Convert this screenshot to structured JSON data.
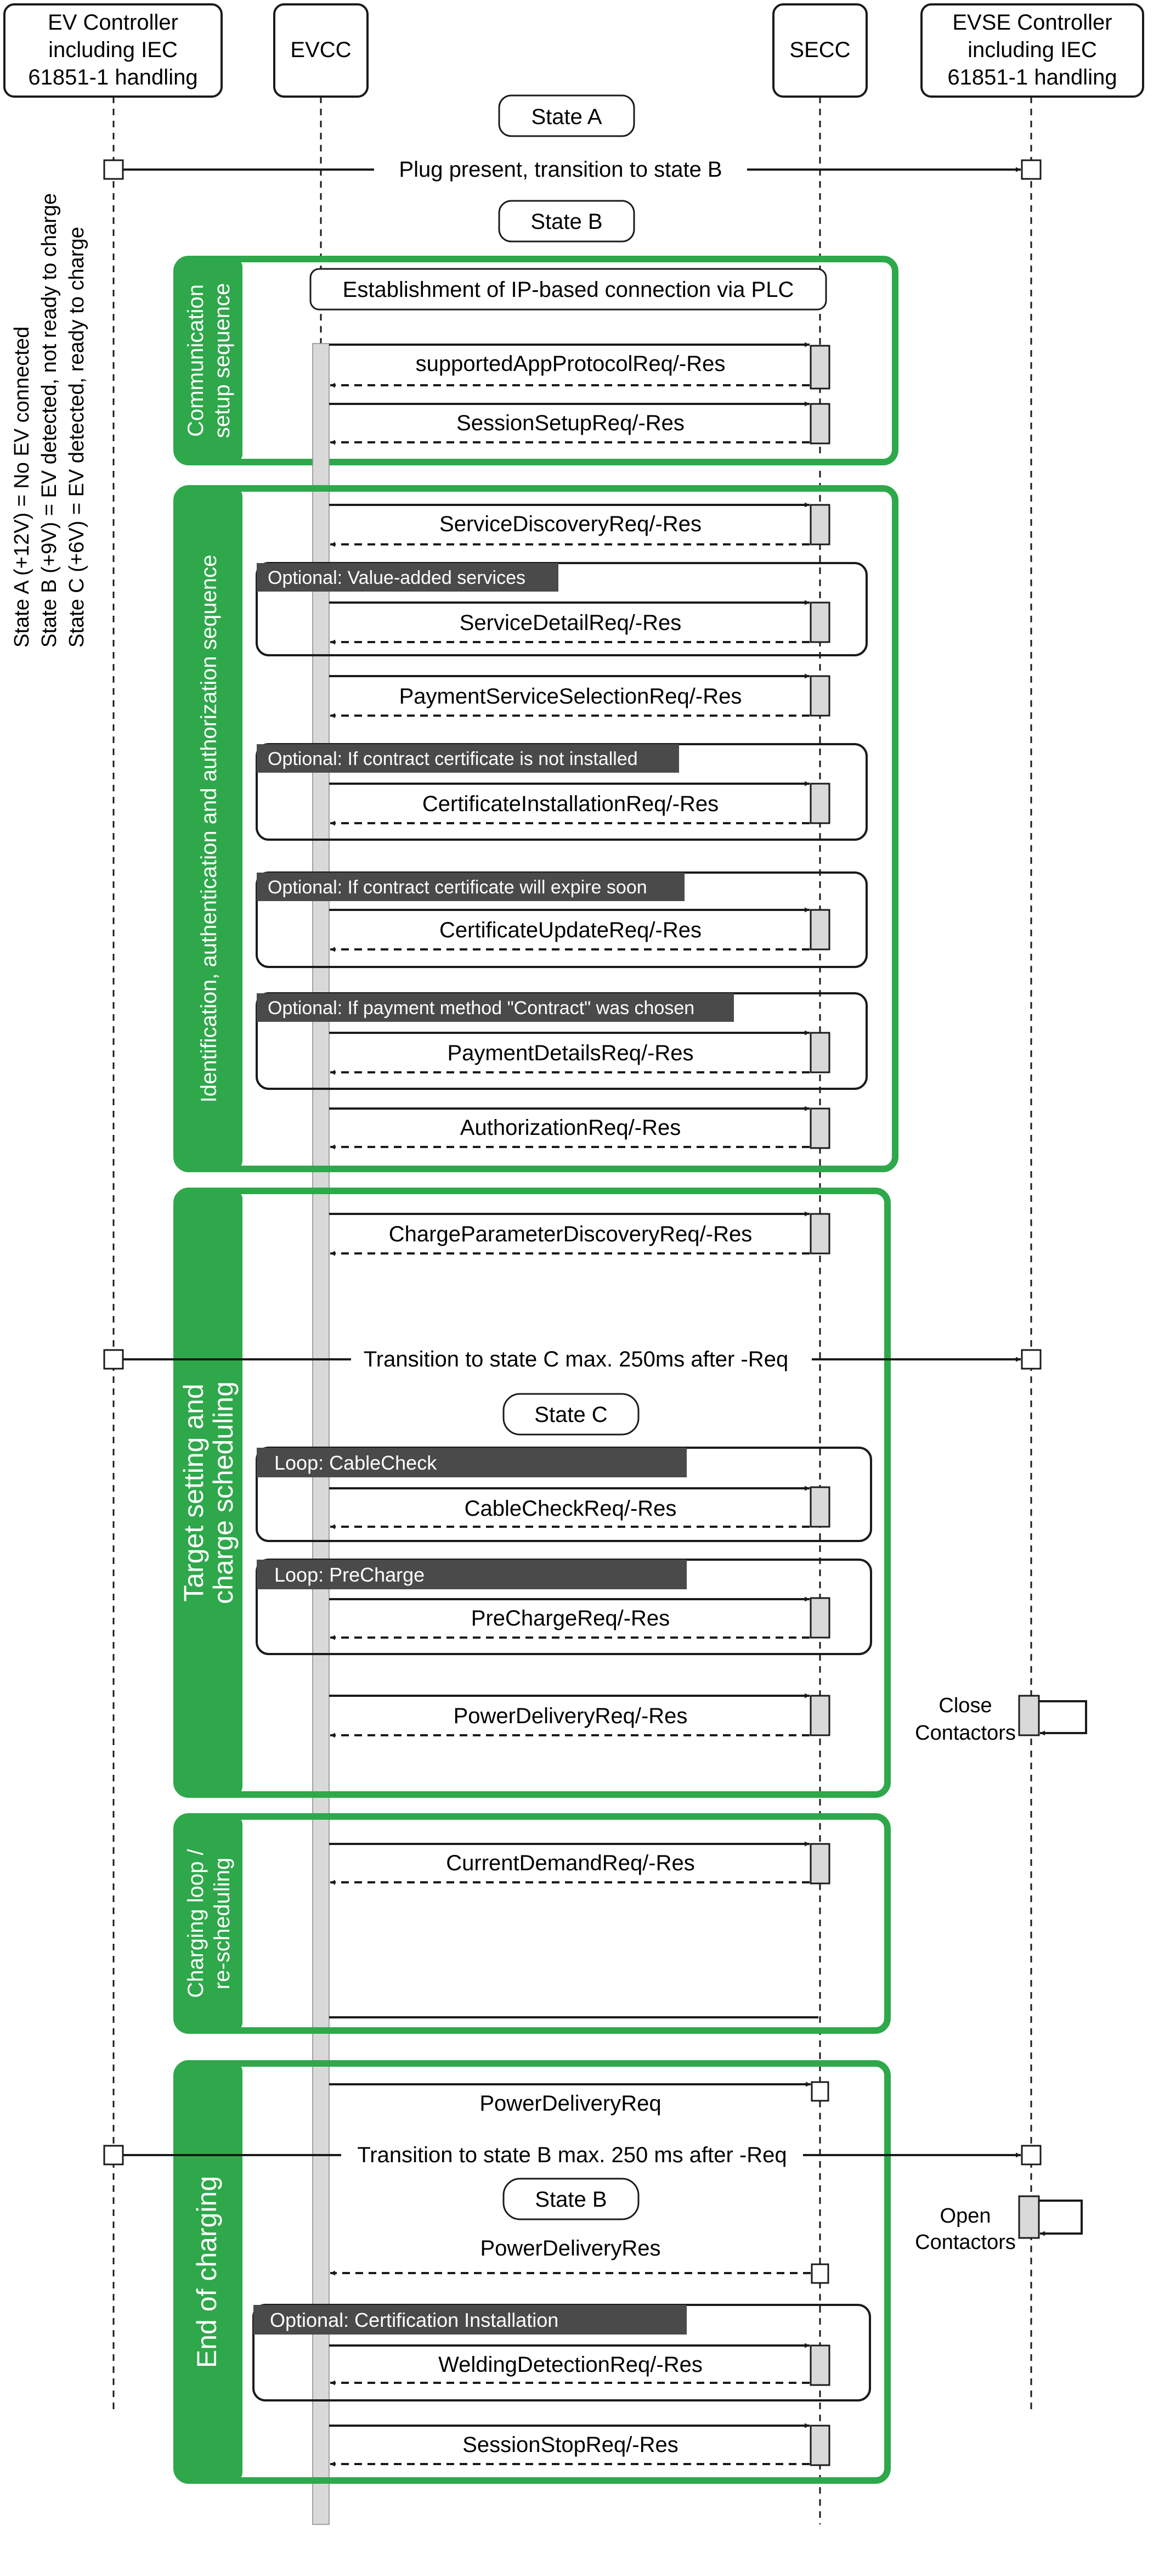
{
  "colors": {
    "green": "#2ea84a",
    "dark_label": "#4a4a4a",
    "activation": "#d9d9d9",
    "line": "#1a1a1a"
  },
  "participants": {
    "ev_controller": [
      "EV Controller",
      "including IEC",
      "61851-1 handling"
    ],
    "evcc": "EVCC",
    "secc": "SECC",
    "evse_controller": [
      "EVSE Controller",
      "including IEC",
      "61851-1 handling"
    ]
  },
  "state_legend": [
    "State A (+12V) = No EV connected",
    "State B (+9V)   = EV detected, not ready to charge",
    "State C (+6V)   = EV detected, ready to charge"
  ],
  "states": {
    "a": "State A",
    "b1": "State B",
    "c": "State C",
    "b2": "State B"
  },
  "transitions": {
    "plug_present": "Plug present, transition to state B",
    "to_state_c": "Transition to state C max. 250ms after -Req",
    "to_state_b": "Transition to state B max. 250 ms after -Req"
  },
  "sections": {
    "communication_setup": [
      "Communication",
      "setup sequence"
    ],
    "identification": "Identification, authentication and authorization sequence",
    "target_setting": [
      "Target setting and",
      "charge scheduling"
    ],
    "charging_loop": [
      "Charging loop /",
      "re-scheduling"
    ],
    "end_of_charging": "End of charging"
  },
  "ip_connection": "Establishment of IP-based connection via PLC",
  "messages": {
    "supported_app_protocol": "supportedAppProtocolReq/-Res",
    "session_setup": "SessionSetupReq/-Res",
    "service_discovery": "ServiceDiscoveryReq/-Res",
    "service_detail": "ServiceDetailReq/-Res",
    "payment_service_selection": "PaymentServiceSelectionReq/-Res",
    "certificate_installation": "CertificateInstallationReq/-Res",
    "certificate_update": "CertificateUpdateReq/-Res",
    "payment_details": "PaymentDetailsReq/-Res",
    "authorization": "AuthorizationReq/-Res",
    "charge_parameter_discovery": "ChargeParameterDiscoveryReq/-Res",
    "cable_check": "CableCheckReq/-Res",
    "pre_charge": "PreChargeReq/-Res",
    "power_delivery_1": "PowerDeliveryReq/-Res",
    "current_demand": "CurrentDemandReq/-Res",
    "power_delivery_req": "PowerDeliveryReq",
    "power_delivery_res": "PowerDeliveryRes",
    "welding_detection": "WeldingDetectionReq/-Res",
    "session_stop": "SessionStopReq/-Res"
  },
  "fragments": {
    "value_added": "Optional: Value-added services",
    "cert_not_installed": "Optional: If contract certificate is not installed",
    "cert_expire": "Optional: If contract certificate will expire soon",
    "contract_chosen": "Optional: If payment method \"Contract\" was chosen",
    "loop_cable_check": "Loop: CableCheck",
    "loop_pre_charge": "Loop: PreCharge",
    "cert_installation": "Optional: Certification Installation"
  },
  "contactors": {
    "close": [
      "Close",
      "Contactors"
    ],
    "open": [
      "Open",
      "Contactors"
    ]
  }
}
